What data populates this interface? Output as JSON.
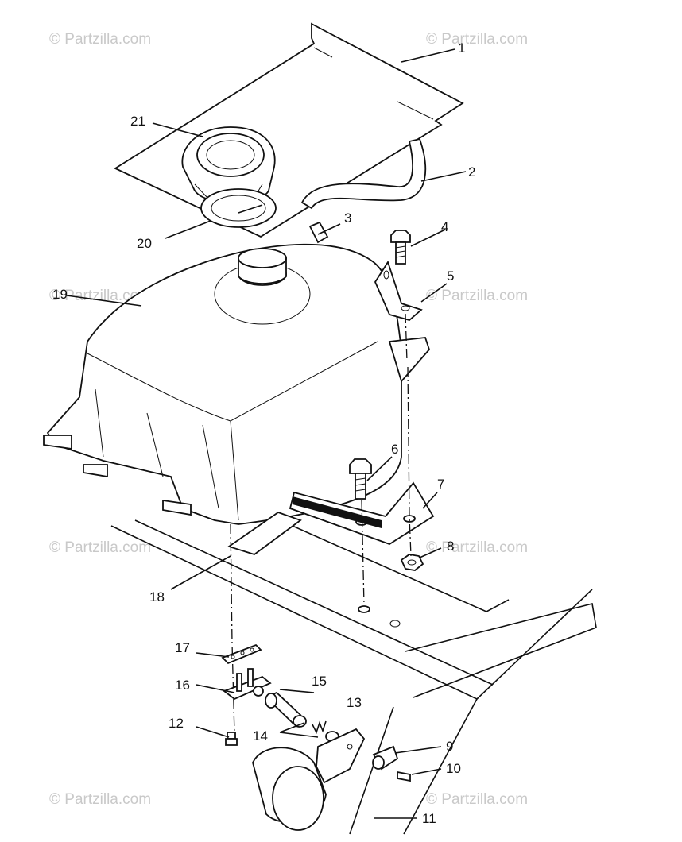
{
  "watermark": "© Partzilla.com",
  "callouts": [
    {
      "id": "c1",
      "text": "1"
    },
    {
      "id": "c2",
      "text": "2"
    },
    {
      "id": "c3",
      "text": "3"
    },
    {
      "id": "c4",
      "text": "4"
    },
    {
      "id": "c5",
      "text": "5"
    },
    {
      "id": "c6",
      "text": "6"
    },
    {
      "id": "c7",
      "text": "7"
    },
    {
      "id": "c8",
      "text": "8"
    },
    {
      "id": "c9",
      "text": "9"
    },
    {
      "id": "c10",
      "text": "10"
    },
    {
      "id": "c11",
      "text": "11"
    },
    {
      "id": "c12",
      "text": "12"
    },
    {
      "id": "c13",
      "text": "13"
    },
    {
      "id": "c14",
      "text": "14"
    },
    {
      "id": "c15",
      "text": "15"
    },
    {
      "id": "c16",
      "text": "16"
    },
    {
      "id": "c17",
      "text": "17"
    },
    {
      "id": "c18",
      "text": "18"
    },
    {
      "id": "c19",
      "text": "19"
    },
    {
      "id": "c20",
      "text": "20"
    },
    {
      "id": "c21",
      "text": "21"
    }
  ]
}
